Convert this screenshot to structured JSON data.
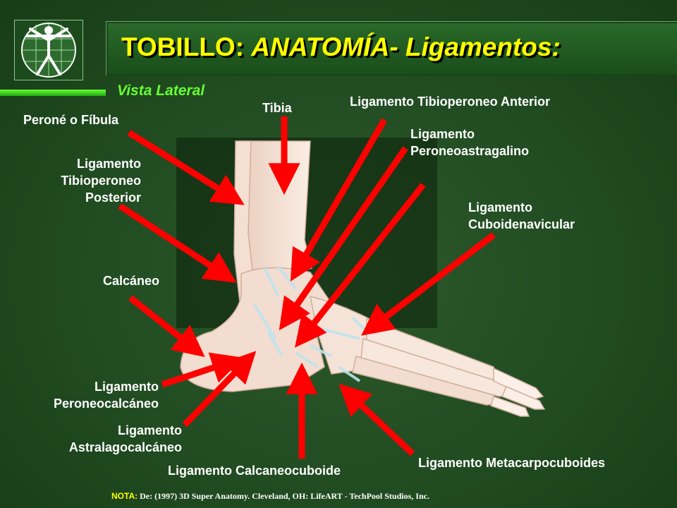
{
  "title": {
    "part1": "TOBILLO:",
    "part2": "ANATOMÍA- Ligamentos:"
  },
  "subtitle": "Vista Lateral",
  "labels": {
    "perone": "Peroné o Fíbula",
    "tibia": "Tibia",
    "tib_per_ant": "Ligamento Tibioperoneo Anterior",
    "per_astr_1": "Ligamento",
    "per_astr_2": "Peroneoastragalino",
    "tib_per_post_1": "Ligamento",
    "tib_per_post_2": "Tibioperoneo",
    "tib_per_post_3": "Posterior",
    "cub_nav_1": "Ligamento",
    "cub_nav_2": "Cuboidenavicular",
    "calcaneo": "Calcáneo",
    "per_calc_1": "Ligamento",
    "per_calc_2": "Peroneocalcáneo",
    "astr_calc_1": "Ligamento",
    "astr_calc_2": "Astralagocalcáneo",
    "calc_cub": "Ligamento Calcaneocuboide",
    "meta_cub": "Ligamento Metacarpocuboides"
  },
  "footer": {
    "nota": "NOTA:",
    "credit": "De: (1997) 3D Super Anatomy. Cleveland, OH: LifeART - TechPool Studios, Inc."
  },
  "colors": {
    "title": "#ffff00",
    "subtitle": "#66ff33",
    "arrow": "#ff0000"
  }
}
